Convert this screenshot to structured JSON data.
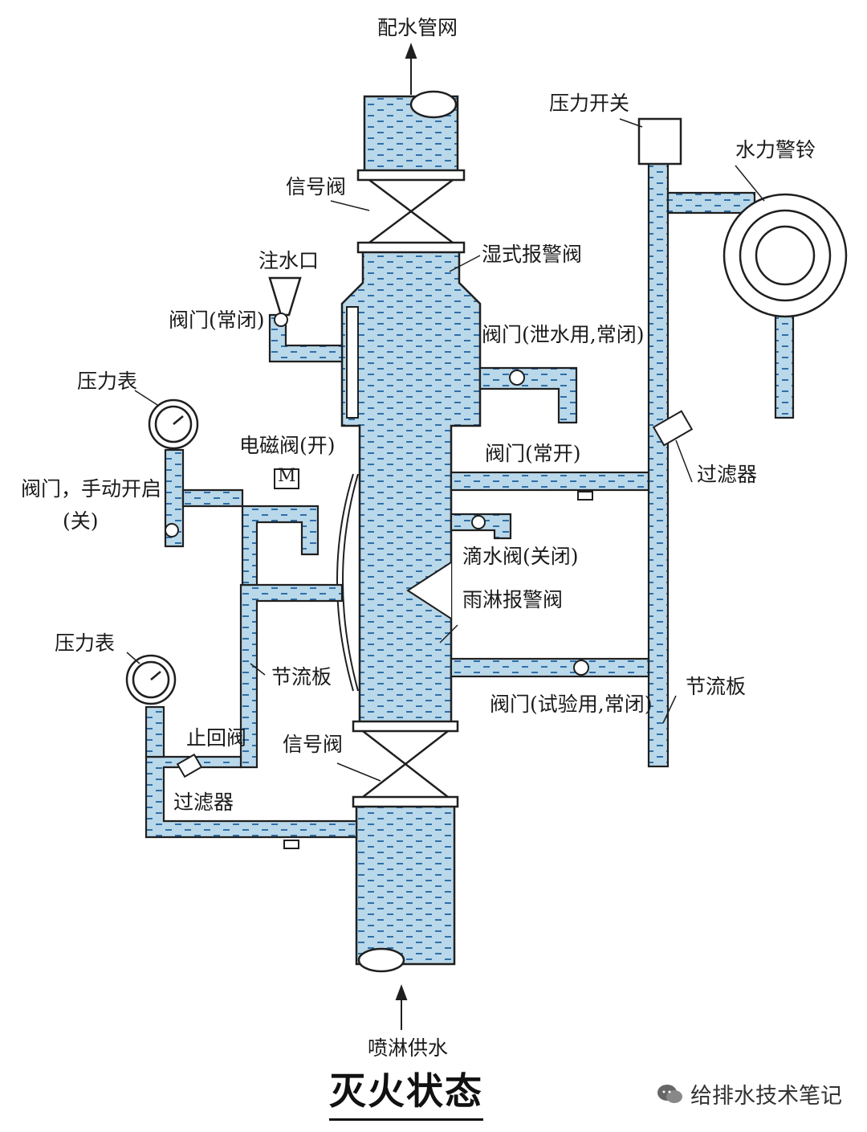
{
  "colors": {
    "water": "#b9d8ea",
    "dash": "#2f6fa8",
    "line": "#1f1f1f"
  },
  "labels": {
    "top_outlet": "配水管网",
    "bottom_inlet": "喷淋供水",
    "signal_valve_top": "信号阀",
    "signal_valve_bottom": "信号阀",
    "fill_port": "注水口",
    "valve_normally_closed": "阀门(常闭)",
    "wet_alarm_valve": "湿式报警阀",
    "drain_valve": "阀门(泄水用,常闭)",
    "pressure_switch": "压力开关",
    "water_motor_gong": "水力警铃",
    "pressure_gauge_top": "压力表",
    "manual_valve_line1": "阀门，手动开启",
    "manual_valve_line2": "(关)",
    "solenoid_valve": "电磁阀(开)",
    "solenoid_mark": "M",
    "valve_normally_open": "阀门(常开)",
    "filter_right": "过滤器",
    "drip_valve": "滴水阀(关闭)",
    "deluge_alarm_valve": "雨淋报警阀",
    "orifice_left": "节流板",
    "orifice_right": "节流板",
    "test_valve": "阀门(试验用,常闭)",
    "pressure_gauge_bottom": "压力表",
    "check_valve": "止回阀",
    "filter_left": "过滤器"
  },
  "title": "灭火状态",
  "watermark": "给排水技术笔记"
}
